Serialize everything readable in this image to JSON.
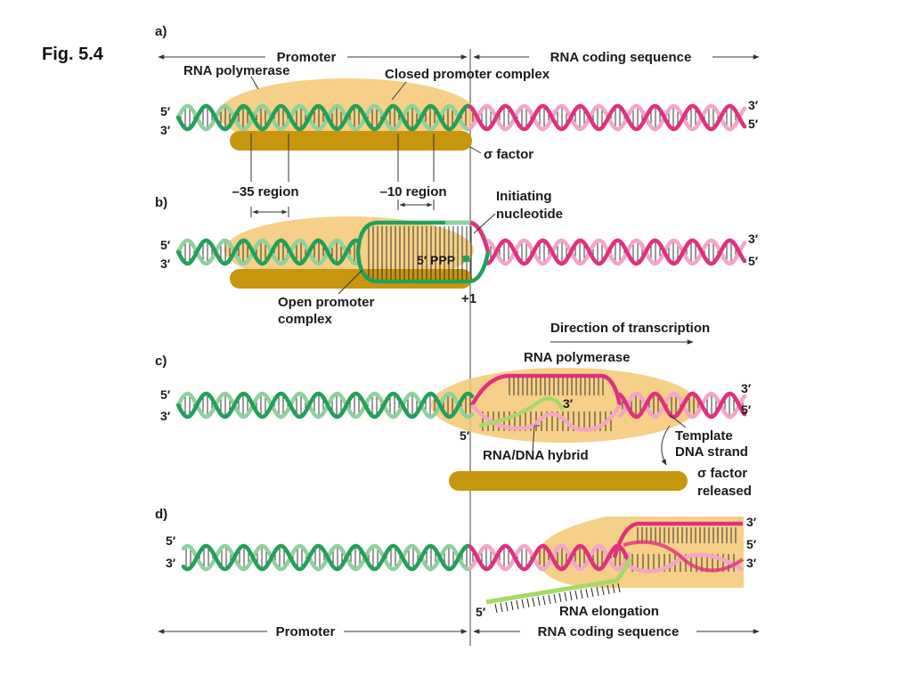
{
  "figure_label": "Fig. 5.4",
  "colors": {
    "promoter_strand": "#22a05a",
    "promoter_strand_light": "#8fd19e",
    "coding_strand": "#e0307e",
    "coding_strand_light": "#f3a6c8",
    "polymerase": "#f5c873",
    "sigma_factor": "#c8960c",
    "rna": "#a8d86a"
  },
  "header": {
    "promoter": "Promoter",
    "coding": "RNA coding sequence"
  },
  "footer": {
    "promoter": "Promoter",
    "coding": "RNA coding sequence"
  },
  "panels": {
    "a": {
      "letter": "a)",
      "polymerase_label": "RNA polymerase",
      "complex_label": "Closed promoter complex",
      "sigma_label": "σ factor",
      "minus35_label": "–35 region",
      "minus10_label": "–10 region",
      "ends": {
        "left_top": "5′",
        "left_bottom": "3′",
        "right_top": "3′",
        "right_bottom": "5′"
      }
    },
    "b": {
      "letter": "b)",
      "initiating_label_1": "Initiating",
      "initiating_label_2": "nucleotide",
      "ppp_label": "5′ PPP",
      "open_label_1": "Open promoter",
      "open_label_2": "complex",
      "plus_one_label": "+1",
      "ends": {
        "left_top": "5′",
        "left_bottom": "3′",
        "right_top": "3′",
        "right_bottom": "5′"
      }
    },
    "c": {
      "letter": "c)",
      "direction_label": "Direction of transcription",
      "polymerase_label": "RNA polymerase",
      "three_prime_label": "3′",
      "five_prime_label": "5′",
      "hybrid_label": "RNA/DNA hybrid",
      "template_label_1": "Template",
      "template_label_2": "DNA strand",
      "sigma_label_1": "σ factor",
      "sigma_label_2": "released",
      "ends": {
        "left_top": "5′",
        "left_bottom": "3′",
        "right_top": "3′",
        "right_bottom": "5′"
      }
    },
    "d": {
      "letter": "d)",
      "elongation_label": "RNA elongation",
      "rna_five_prime": "5′",
      "ends": {
        "left_top": "5′",
        "left_bottom": "3′",
        "right_top": "3′",
        "right_mid": "5′",
        "right_bottom": "3′"
      }
    }
  }
}
